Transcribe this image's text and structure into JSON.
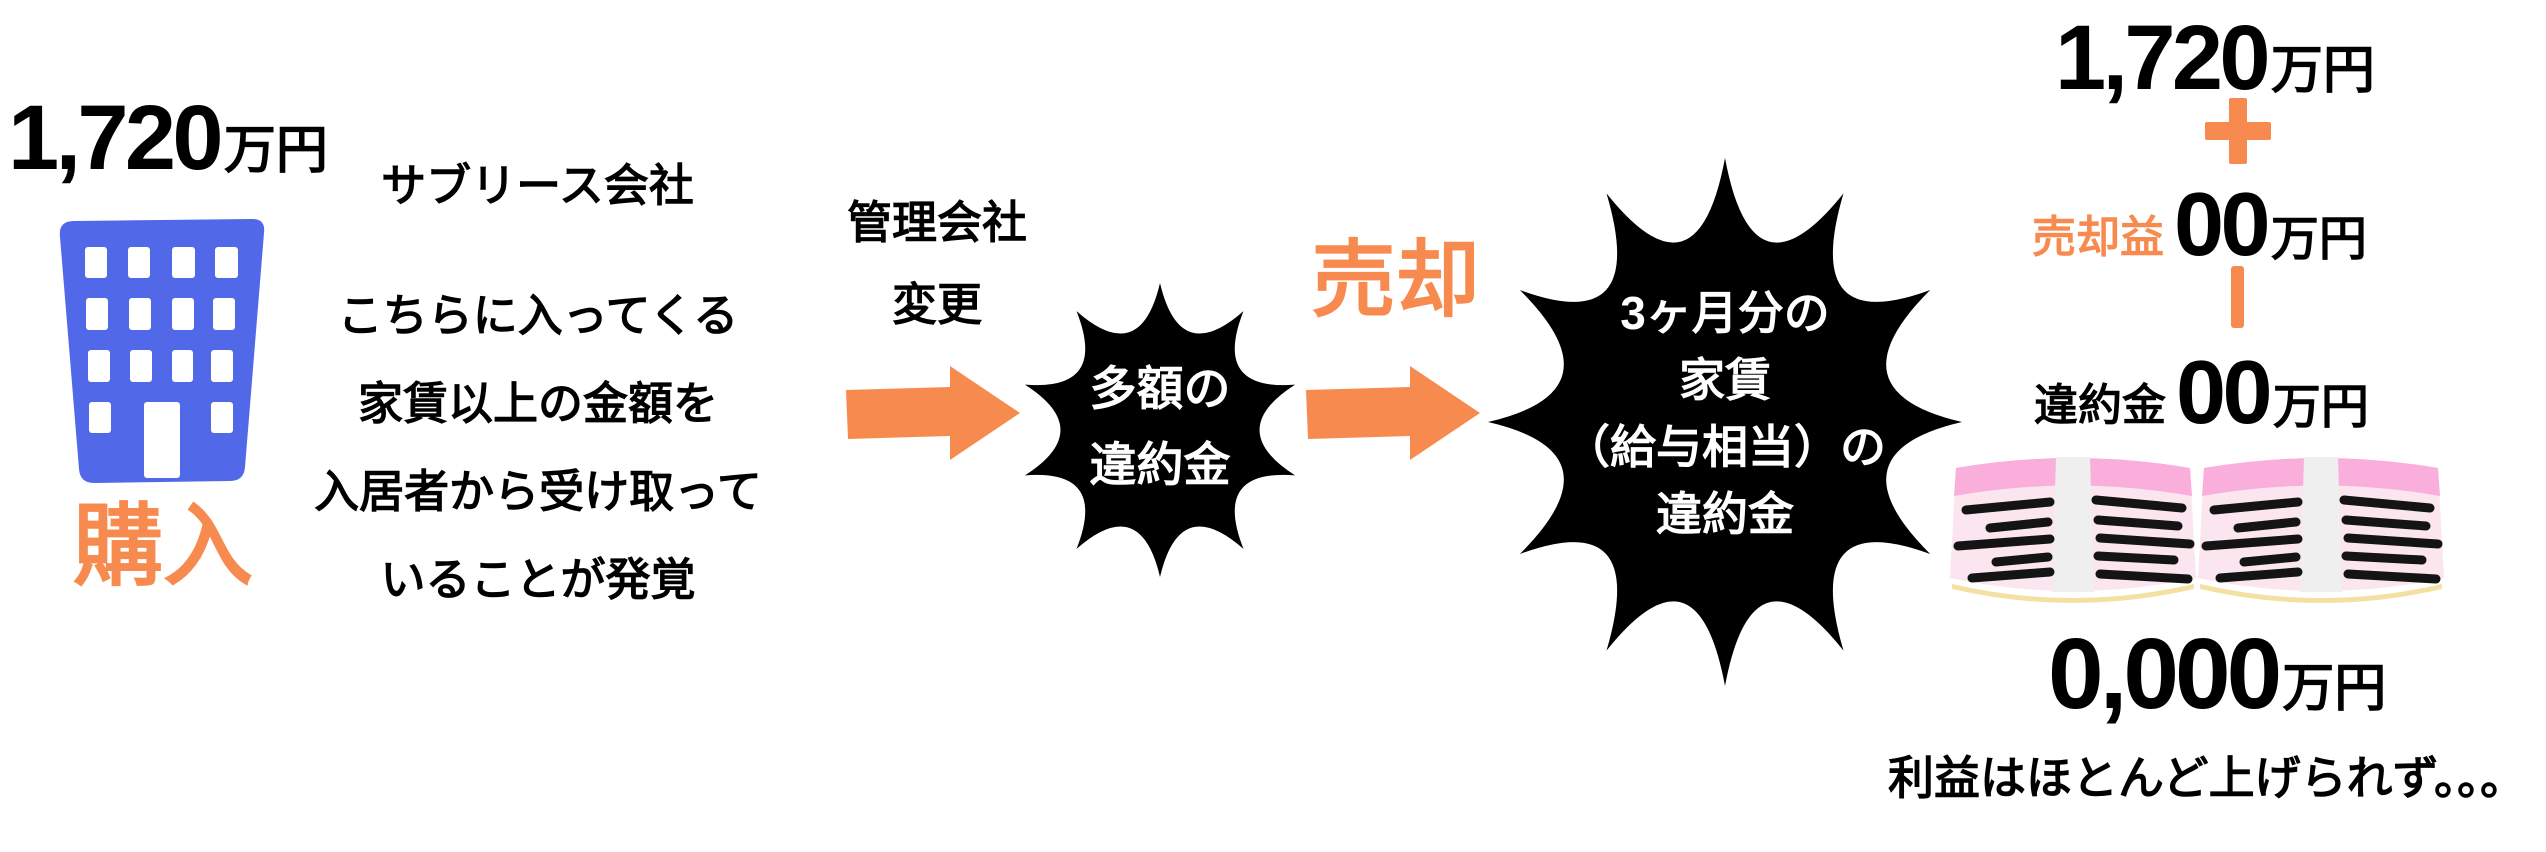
{
  "colors": {
    "accent_orange": "#F78B4F",
    "building_blue": "#5169E8",
    "burst_black": "#000000",
    "burst_text_white": "#FFFFFF",
    "money_top_pink": "#F9AEDC",
    "money_body_pink": "#FBE5EF",
    "money_strap": "#EFEFEF",
    "money_bottom_cream": "#F5E0A3"
  },
  "purchase": {
    "amount": "1,720",
    "unit": "万円",
    "action": "購入"
  },
  "sublease": {
    "title": "サブリース会社",
    "lines": [
      "こちらに入ってくる",
      "家賃以上の金額を",
      "入居者から受け取って",
      "いることが発覚"
    ]
  },
  "management_change": {
    "lines": [
      "管理会社",
      "変更"
    ]
  },
  "penalty_burst": {
    "lines": [
      "多額の",
      "違約金"
    ]
  },
  "sale": {
    "action": "売却"
  },
  "big_penalty_burst": {
    "lines": [
      "3ヶ月分の",
      "家賃",
      "（給与相当）の",
      "違約金"
    ]
  },
  "calculation": {
    "purchase": {
      "amount": "1,720",
      "unit": "万円"
    },
    "plus_symbol": "＋",
    "sale_profit": {
      "label": "売却益",
      "amount": "00",
      "unit": "万円"
    },
    "minus_symbol": "−",
    "penalty": {
      "label": "違約金",
      "amount": "00",
      "unit": "万円"
    },
    "total": {
      "amount": "0,000",
      "unit": "万円"
    },
    "conclusion": "利益はほとんど上げられず。。。"
  },
  "icons": {
    "building": "building-icon",
    "arrow_right": "arrow-right-icon",
    "explosion": "explosion-burst-icon",
    "plus": "plus-icon",
    "minus": "minus-icon",
    "money_stack": "money-stack-icon"
  }
}
